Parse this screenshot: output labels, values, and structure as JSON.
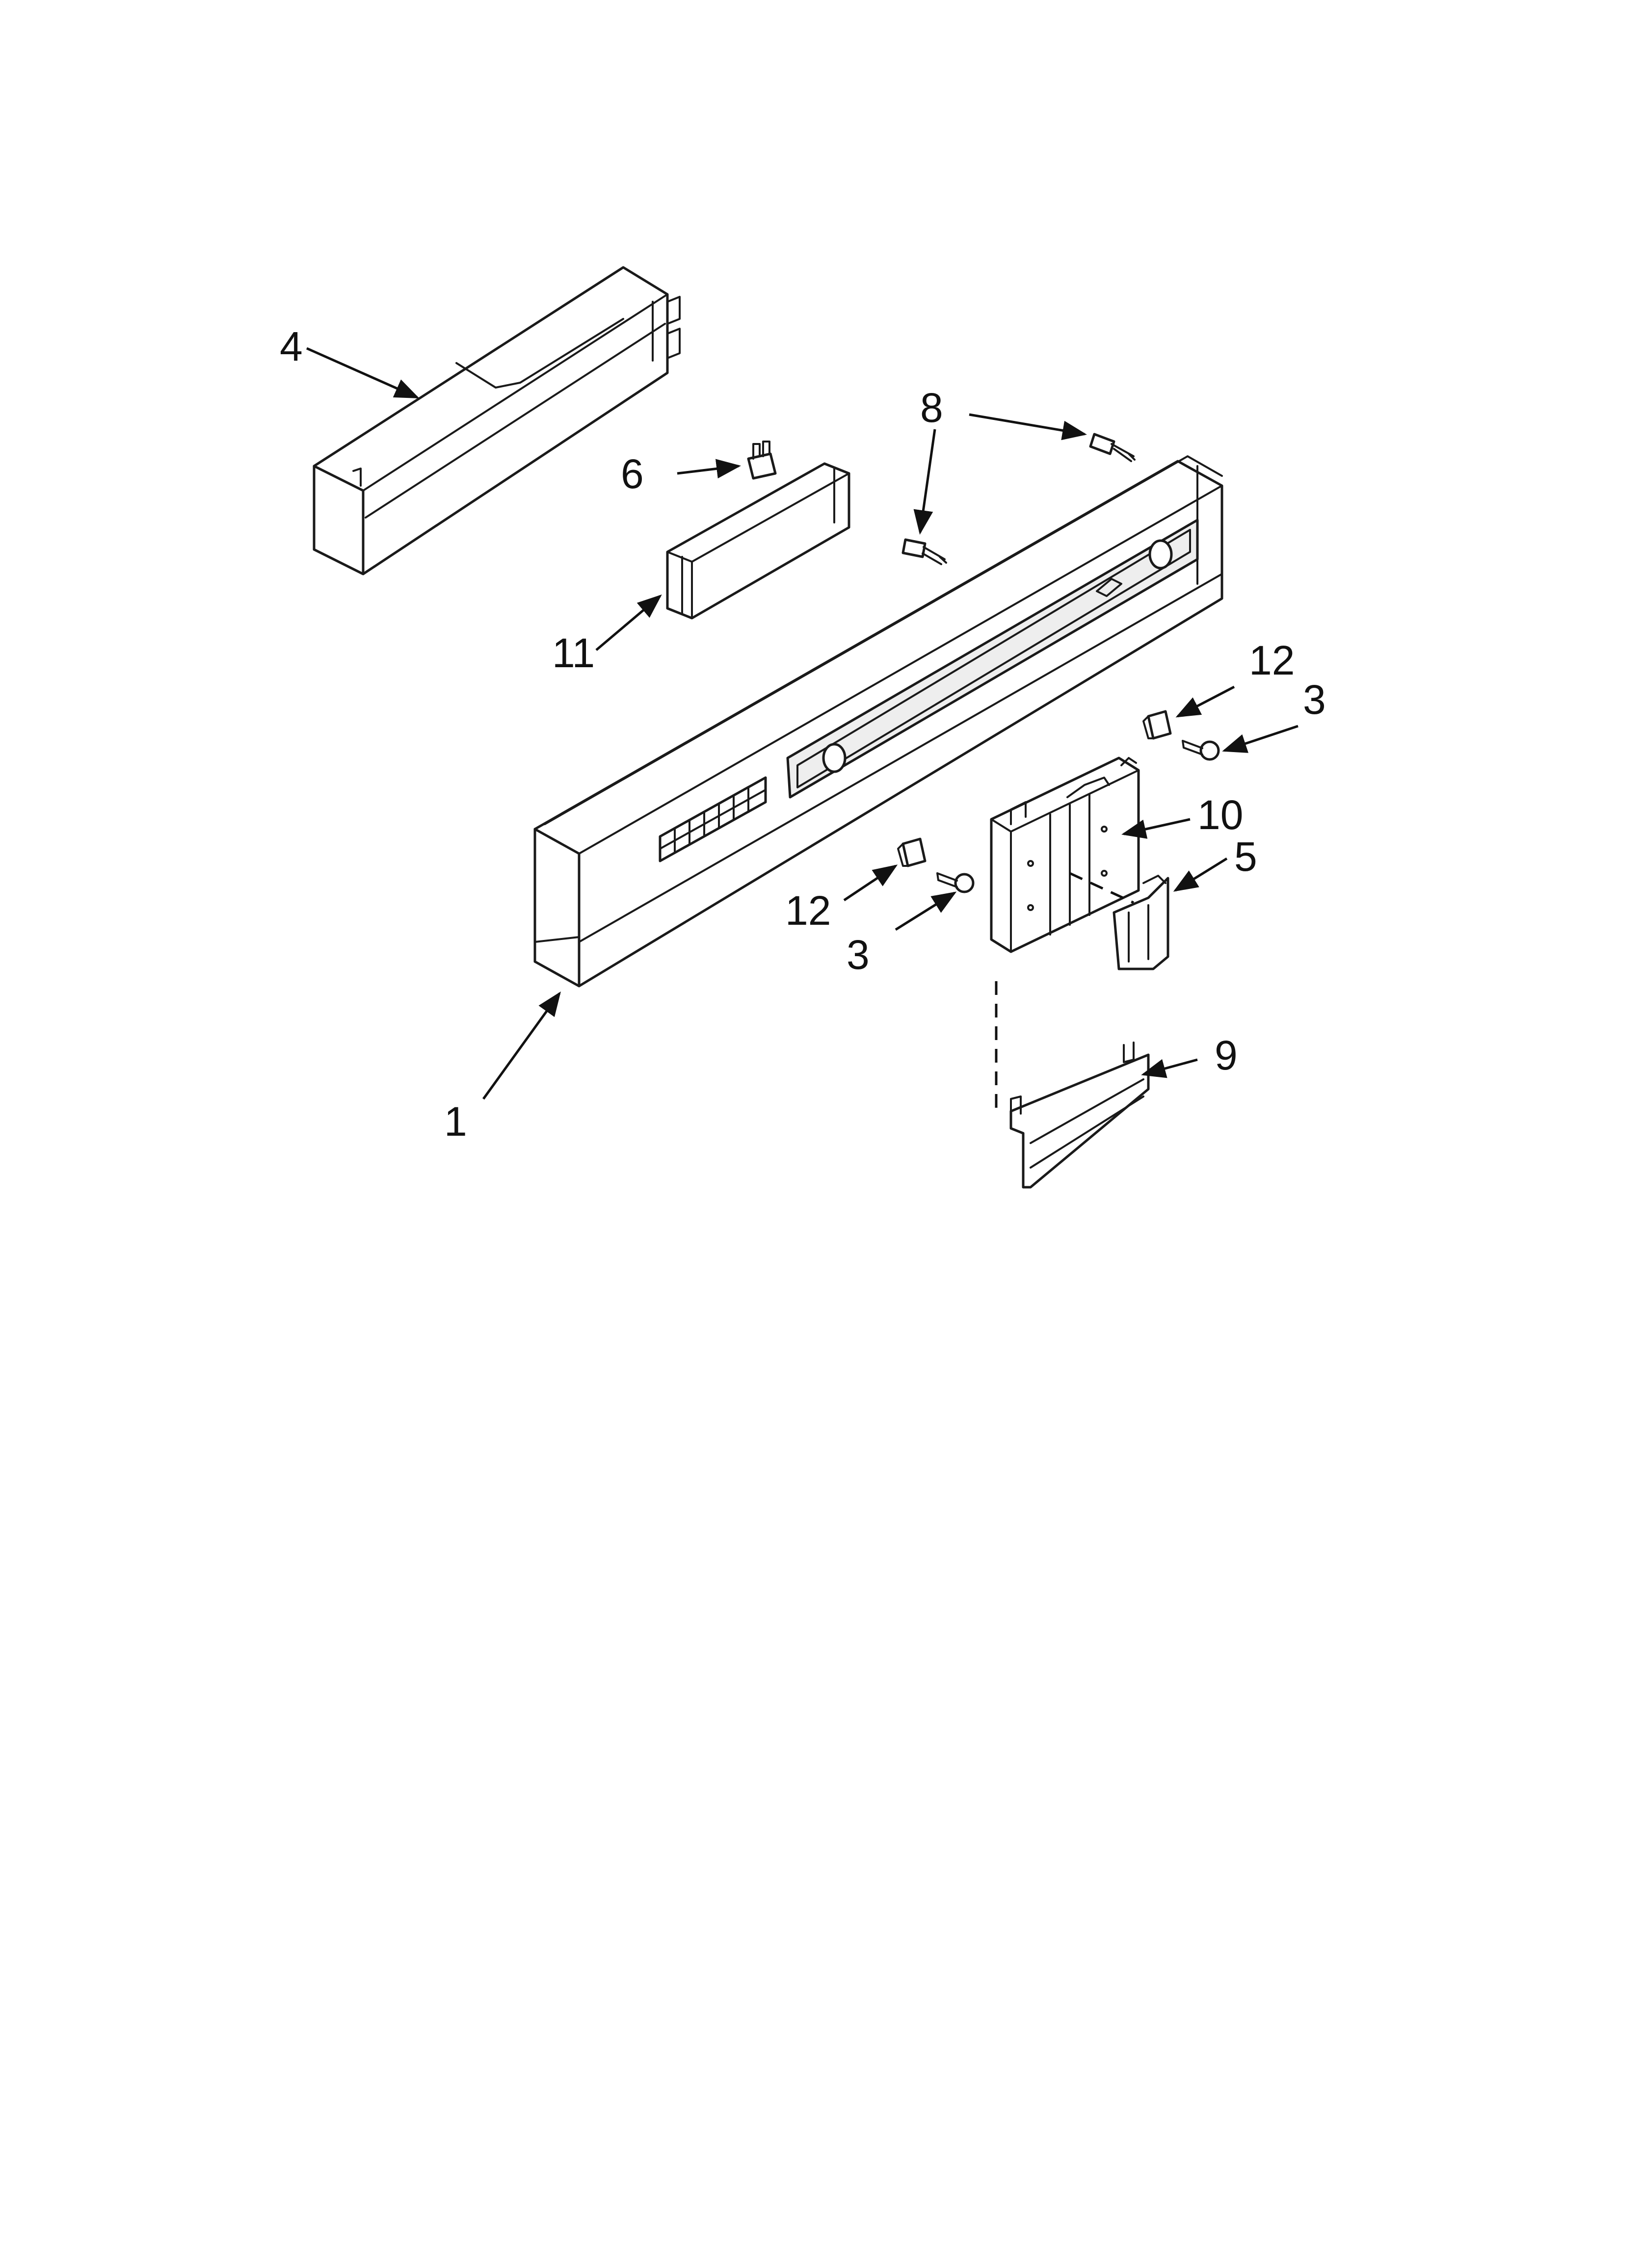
{
  "callouts": {
    "c1": "1",
    "c3a": "3",
    "c3b": "3",
    "c4": "4",
    "c5": "5",
    "c6": "6",
    "c8": "8",
    "c9": "9",
    "c10": "10",
    "c11": "11",
    "c12a": "12",
    "c12b": "12"
  },
  "colors": {
    "line": "#1a1a1a",
    "background": "#ffffff"
  }
}
